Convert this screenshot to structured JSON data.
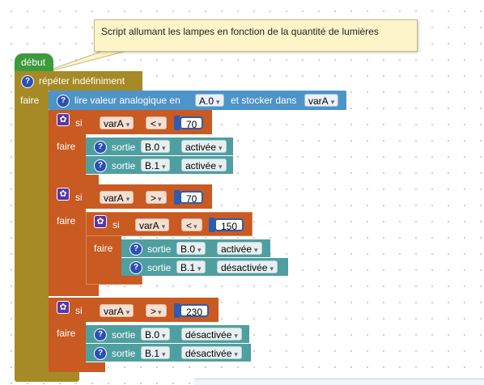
{
  "comment": {
    "text": "Script allumant les lampes en fonction  de la quantité de lumières"
  },
  "program": {
    "start_label": "début",
    "repeat_label": "répéter indéfiniment",
    "do_label": "faire",
    "read_block": {
      "label_prefix": "lire valeur analogique en",
      "pin": "A.0",
      "label_middle": "et stocker dans",
      "variable": "varA"
    },
    "if_label": "si",
    "output_label": "sortie",
    "conditions": [
      {
        "variable": "varA",
        "operator": "<",
        "value": "70",
        "outputs": [
          {
            "pin": "B.0",
            "state": "activée"
          },
          {
            "pin": "B.1",
            "state": "activée"
          }
        ]
      },
      {
        "variable": "varA",
        "operator": ">",
        "value": "70",
        "inner": {
          "variable": "varA",
          "operator": "<",
          "value": "150",
          "outputs": [
            {
              "pin": "B.0",
              "state": "activée"
            },
            {
              "pin": "B.1",
              "state": "désactivée"
            }
          ]
        }
      },
      {
        "variable": "varA",
        "operator": ">",
        "value": "230",
        "outputs": [
          {
            "pin": "B.0",
            "state": "désactivée"
          },
          {
            "pin": "B.1",
            "state": "désactivée"
          }
        ]
      }
    ]
  },
  "icons": {
    "help": "question-icon",
    "gear": "gear-icon",
    "dropdown": "dropdown-arrow-icon"
  },
  "colors": {
    "start": "#3d9a3d",
    "loop": "#a58a26",
    "sensor": "#4d94c8",
    "logic": "#c85a22",
    "output": "#4f9fa0"
  }
}
